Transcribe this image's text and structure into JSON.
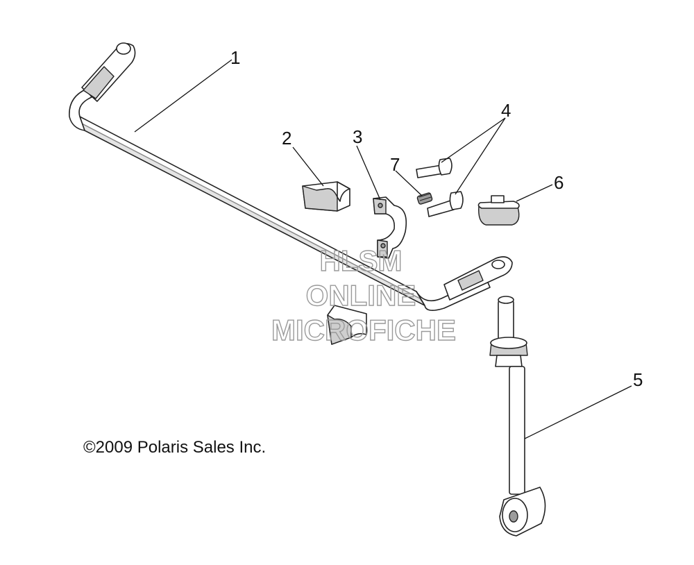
{
  "copyright": "©2009 Polaris Sales Inc.",
  "watermark": {
    "line1": "HLSM",
    "line2": "ONLINE",
    "line3": "MICROFICHE"
  },
  "callouts": {
    "c1": "1",
    "c2": "2",
    "c3": "3",
    "c4": "4",
    "c5": "5",
    "c6": "6",
    "c7": "7"
  },
  "parts": [
    "stabilizer-bar",
    "bushing-upper",
    "bushing-lower",
    "bracket",
    "bolt",
    "stabilizer-link",
    "nut",
    "grease-fitting"
  ]
}
